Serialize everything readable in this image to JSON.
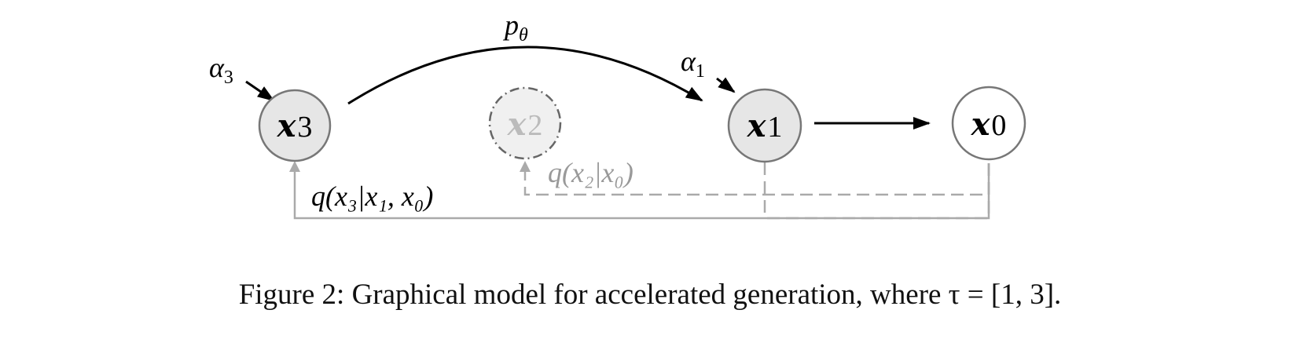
{
  "nodes": [
    {
      "id": "x3",
      "var": "x",
      "sub": "3",
      "state": "observed-gray"
    },
    {
      "id": "x2",
      "var": "x",
      "sub": "2",
      "state": "skipped"
    },
    {
      "id": "x1",
      "var": "x",
      "sub": "1",
      "state": "observed-gray"
    },
    {
      "id": "x0",
      "var": "x",
      "sub": "0",
      "state": "white"
    }
  ],
  "labels": {
    "p_theta": {
      "main": "p",
      "sub": "θ"
    },
    "alpha3": {
      "main": "α",
      "sub": "3"
    },
    "alpha1": {
      "main": "α",
      "sub": "1"
    },
    "q3": "q(x₃|x₁, x₀)",
    "q2": "q(x₂|x₀)"
  },
  "caption": "Figure 2: Graphical model for accelerated generation, where τ = [1, 3].",
  "colors": {
    "node_fill": "#e6e6e6",
    "skipped_fill": "#f0f0f0",
    "gray_line": "#aaaaaa",
    "node_stroke": "#777777"
  }
}
